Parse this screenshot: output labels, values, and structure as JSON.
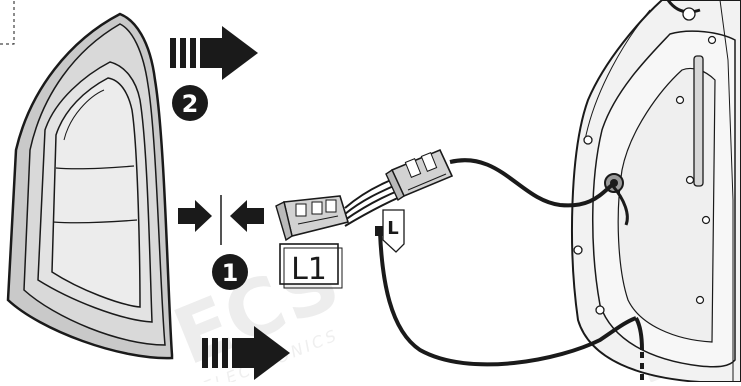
{
  "steps": {
    "step1": "1",
    "step2": "2"
  },
  "labels": {
    "connector_label": "L1",
    "wire_tag": "L"
  },
  "watermark": {
    "brand": "ECS",
    "subtitle": "ELECTRONICS"
  },
  "colors": {
    "ink": "#1a1a1a",
    "lamp_body": "#d8d8d8",
    "lamp_inner": "#e6e6e6",
    "watermark": "#dcdcdc",
    "connector": "#c9c9c9"
  },
  "icons": {
    "move_out_arrow": "move-out-arrow-icon",
    "disconnect_arrows": "disconnect-arrows-icon"
  }
}
